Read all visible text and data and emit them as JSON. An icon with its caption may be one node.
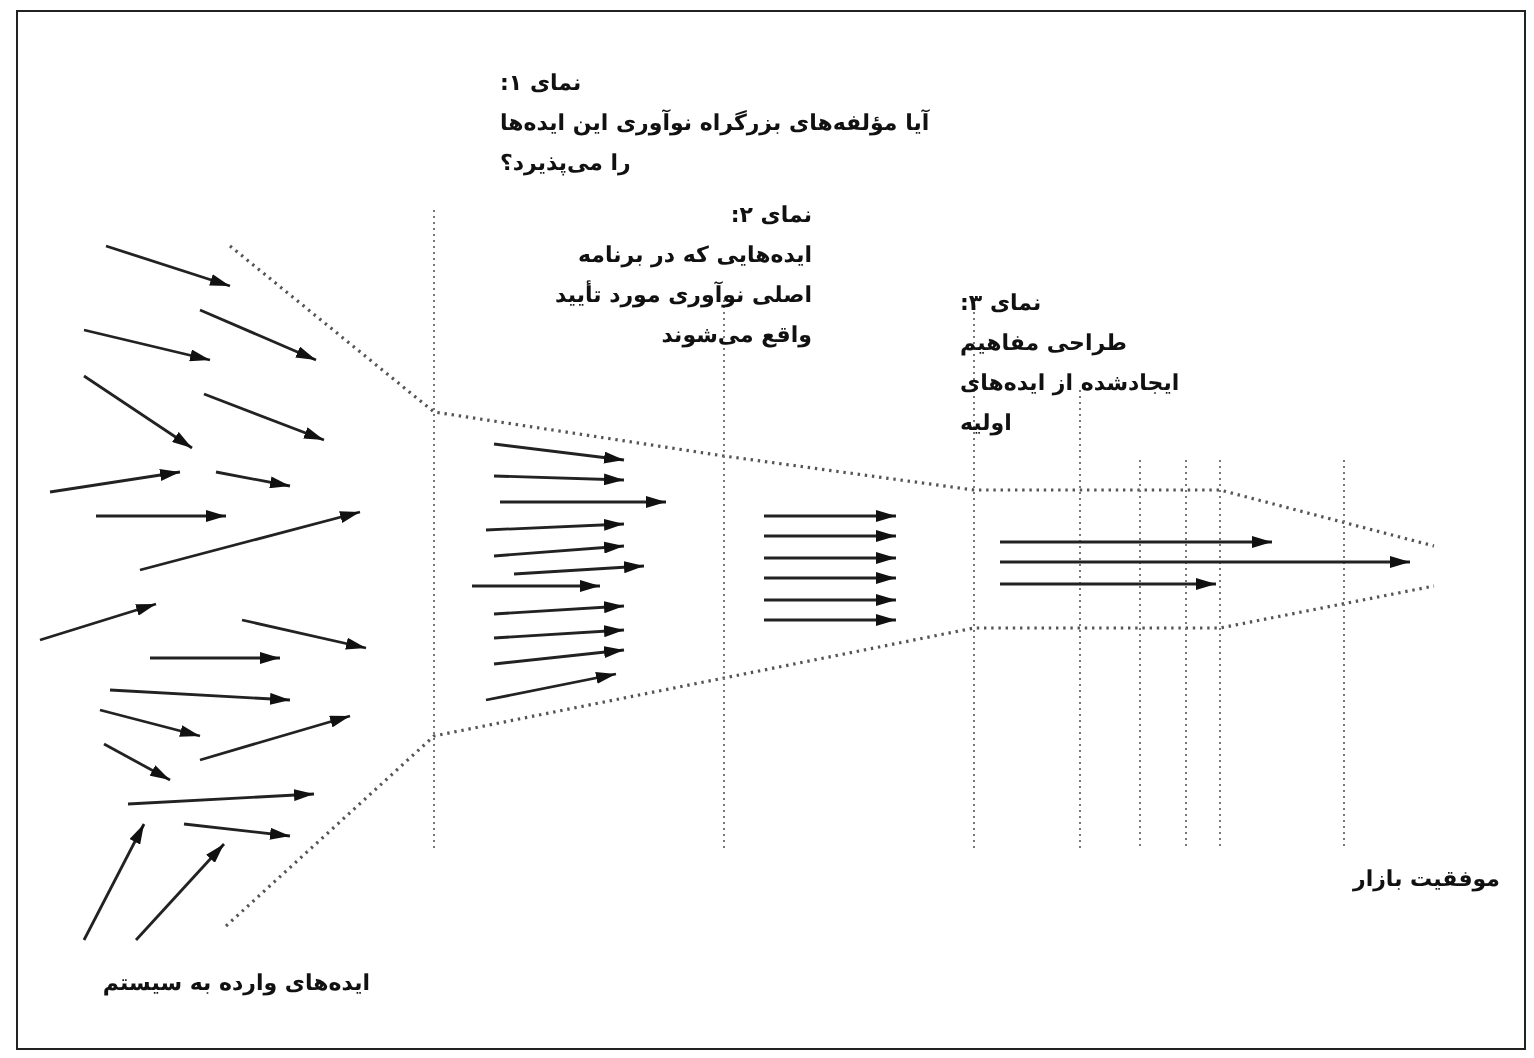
{
  "diagram": {
    "labels": [
      "نمای ۱:",
      "آیا مؤلفه‌های بزرگراه نوآوری این ایده‌ها را می‌پذیرد؟",
      "نمای ۲:",
      "ایده‌هایی که در برنامه اصلی نوآوری مورد تأیید واقع می‌شوند",
      "نمای ۳:",
      "طراحی مفاهیم ایجادشده از ایده‌های اولیه",
      "موفقیت بازار",
      "ایده‌های وارده به سیستم"
    ]
  }
}
